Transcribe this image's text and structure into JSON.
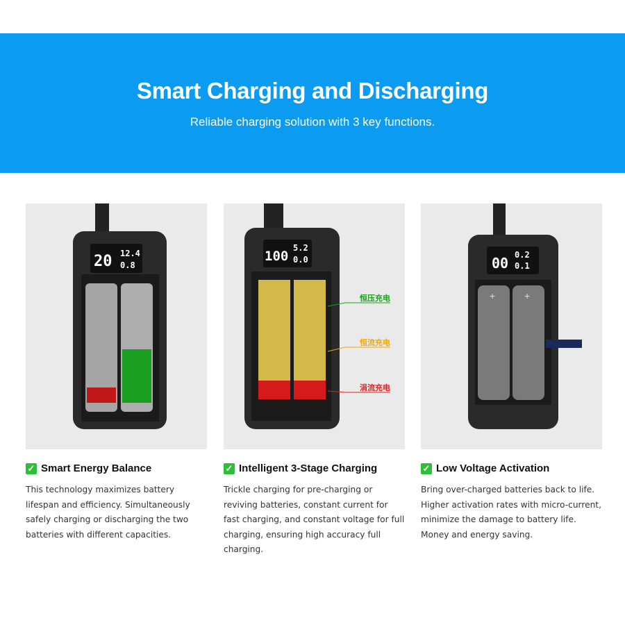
{
  "header": {
    "title": "Smart Charging and Discharging",
    "subtitle": "Reliable charging solution with 3 key functions."
  },
  "features": [
    {
      "title": "Smart Energy Balance",
      "icon": "check-icon",
      "body": "This technology maximizes battery lifespan and efficiency. Simultaneously safely charging or discharging the two batteries with different capacities.",
      "lcd": {
        "percent": "20",
        "voltage": "12.4",
        "current": "0.8"
      }
    },
    {
      "title": "Intelligent 3-Stage Charging",
      "icon": "check-icon",
      "body": "Trickle charging for pre-charging or reviving batteries, constant current for fast charging, and constant voltage for full charging, ensuring high accuracy full charging.",
      "lcd": {
        "percent": "100",
        "voltage": "5.2",
        "current": "0.0"
      },
      "labels": [
        {
          "text": "恒压充电",
          "color": "#1aa31a"
        },
        {
          "text": "恒流充电",
          "color": "#f0a800"
        },
        {
          "text": "涓流充电",
          "color": "#e02020"
        }
      ]
    },
    {
      "title": "Low Voltage Activation",
      "icon": "check-icon",
      "body": "Bring over-charged batteries back to life. Higher activation rates with micro-current, minimize the damage to battery life. Money and energy saving.",
      "lcd": {
        "percent": "00",
        "voltage": "0.2",
        "current": "0.1"
      }
    }
  ],
  "colors": {
    "banner": "#0b9bf0",
    "check": "#2dbf3a"
  }
}
